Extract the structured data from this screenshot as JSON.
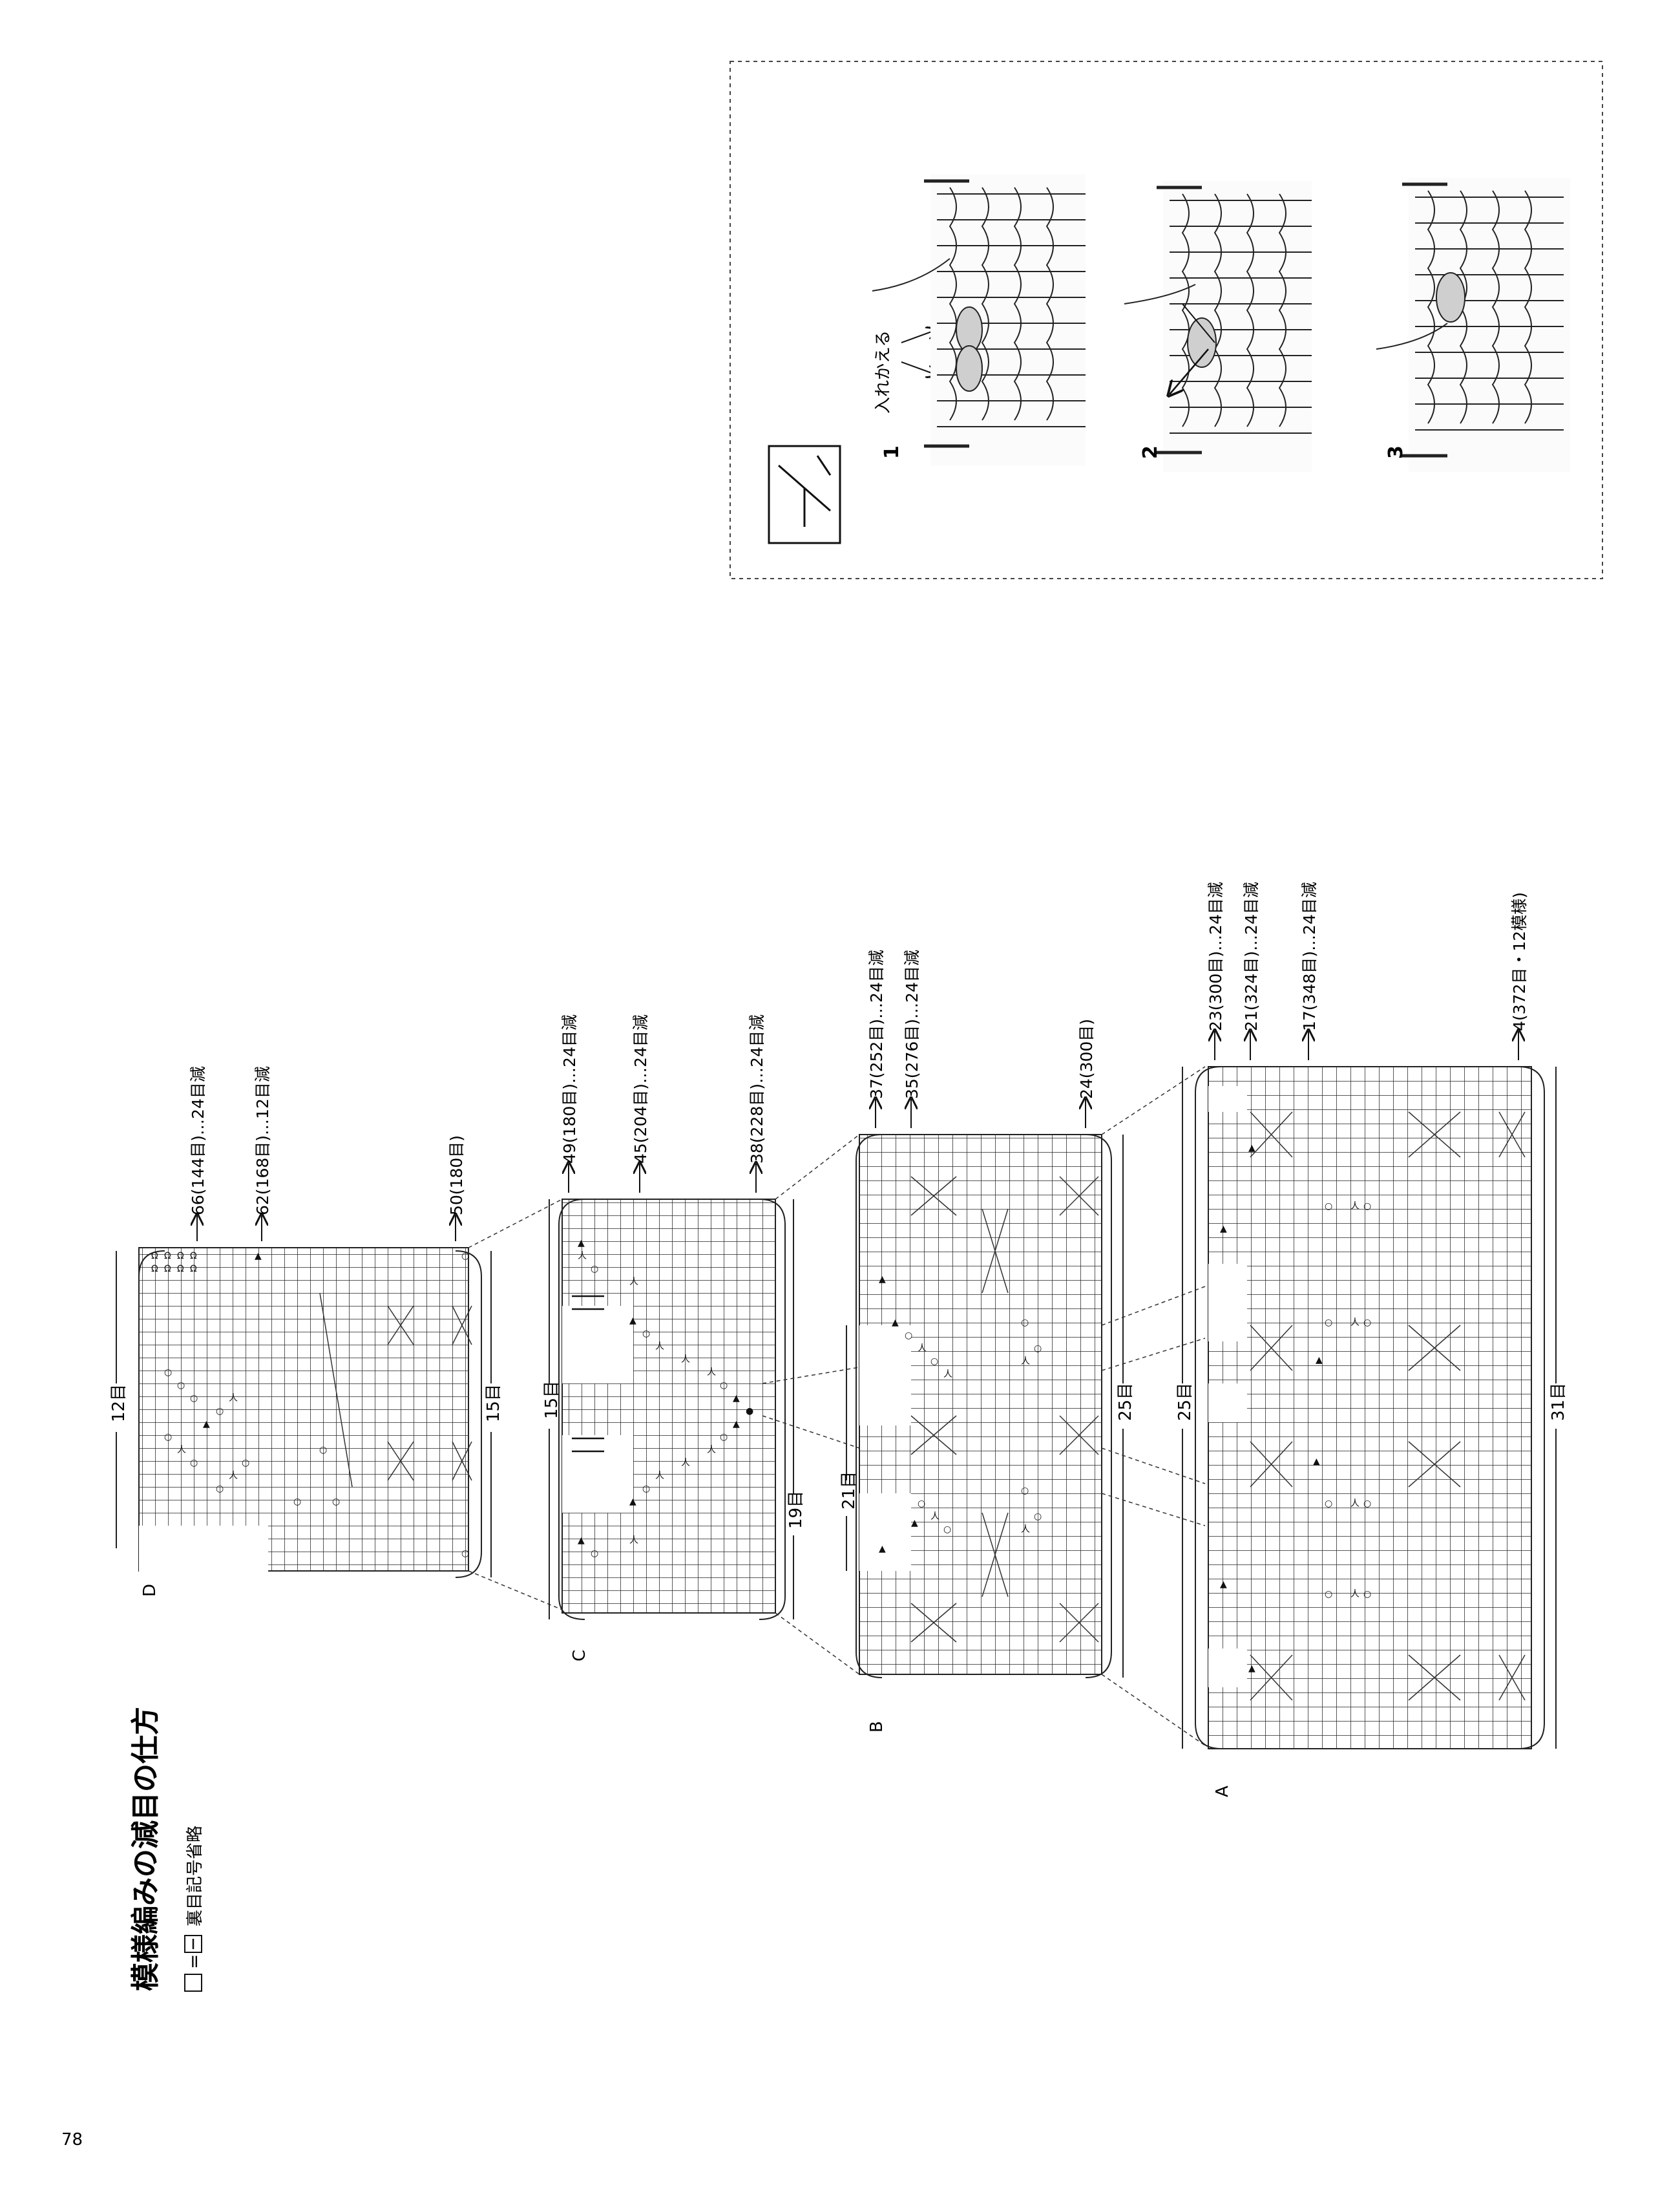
{
  "page": {
    "number": "78",
    "title": "模様編みの減目の仕方",
    "legend_text": "裏目記号省略",
    "legend_equals": "="
  },
  "sections": {
    "A": {
      "label": "A",
      "width_bottom": "31目",
      "width_top": "25目",
      "rows": [
        "23(300目)…24目減",
        "21(324目)…24目減",
        "17(348目)…24目減",
        "4(372目・12模様)"
      ]
    },
    "B": {
      "label": "B",
      "width_bottom": "25目",
      "width_top": "21目",
      "rows": [
        "37(252目)…24目減",
        "35(276目)…24目減",
        "24(300目)"
      ]
    },
    "C": {
      "label": "C",
      "width_bottom": "19目",
      "width_top": "15目",
      "rows": [
        "49(180目)…24目減",
        "45(204目)…24目減",
        "38(228目)…24目減"
      ]
    },
    "D": {
      "label": "D",
      "width_bottom": "15目",
      "width_top": "12目",
      "rows": [
        "66(144目)…24目減",
        "62(168目)…12目減",
        "50(180目)"
      ]
    }
  },
  "technique": {
    "steps": [
      {
        "number": "1",
        "note": "入れかえる"
      },
      {
        "number": "2",
        "note": ""
      },
      {
        "number": "3",
        "note": ""
      }
    ]
  }
}
